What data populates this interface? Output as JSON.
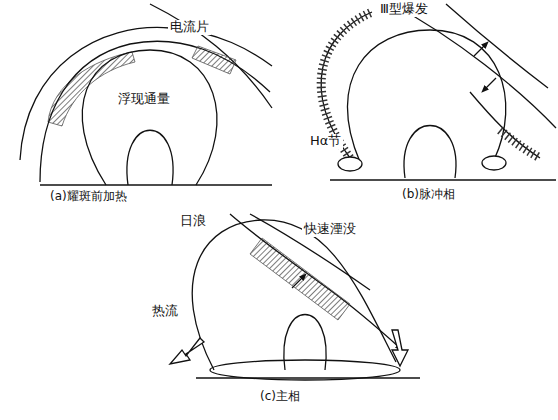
{
  "diagram": {
    "labels": [
      "电流片",
      "浮现通量",
      "(a)耀斑前加热",
      "Ⅲ型爆发",
      "Hα节",
      "(b)脉冲相",
      "日浪",
      "快速湮没",
      "热流",
      "(c)主相"
    ]
  }
}
